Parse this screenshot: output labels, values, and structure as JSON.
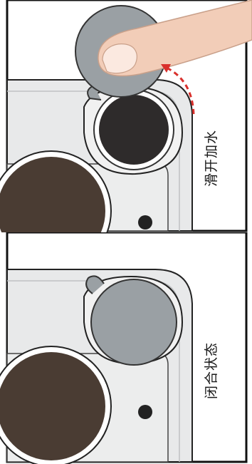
{
  "panels": [
    {
      "label": "滑开加水",
      "state": "sliding-open",
      "accent_arrow": "#d9302c"
    },
    {
      "label": "闭合状态",
      "state": "closed"
    }
  ],
  "colors": {
    "lid": "#9aa0a4",
    "hole": "#2e2b2b",
    "body": "#e8e9ea",
    "main_opening": "#4a3c33",
    "skin": "#f2cdb8"
  },
  "icons": [
    "finger-icon",
    "dashed-arrow-icon"
  ]
}
